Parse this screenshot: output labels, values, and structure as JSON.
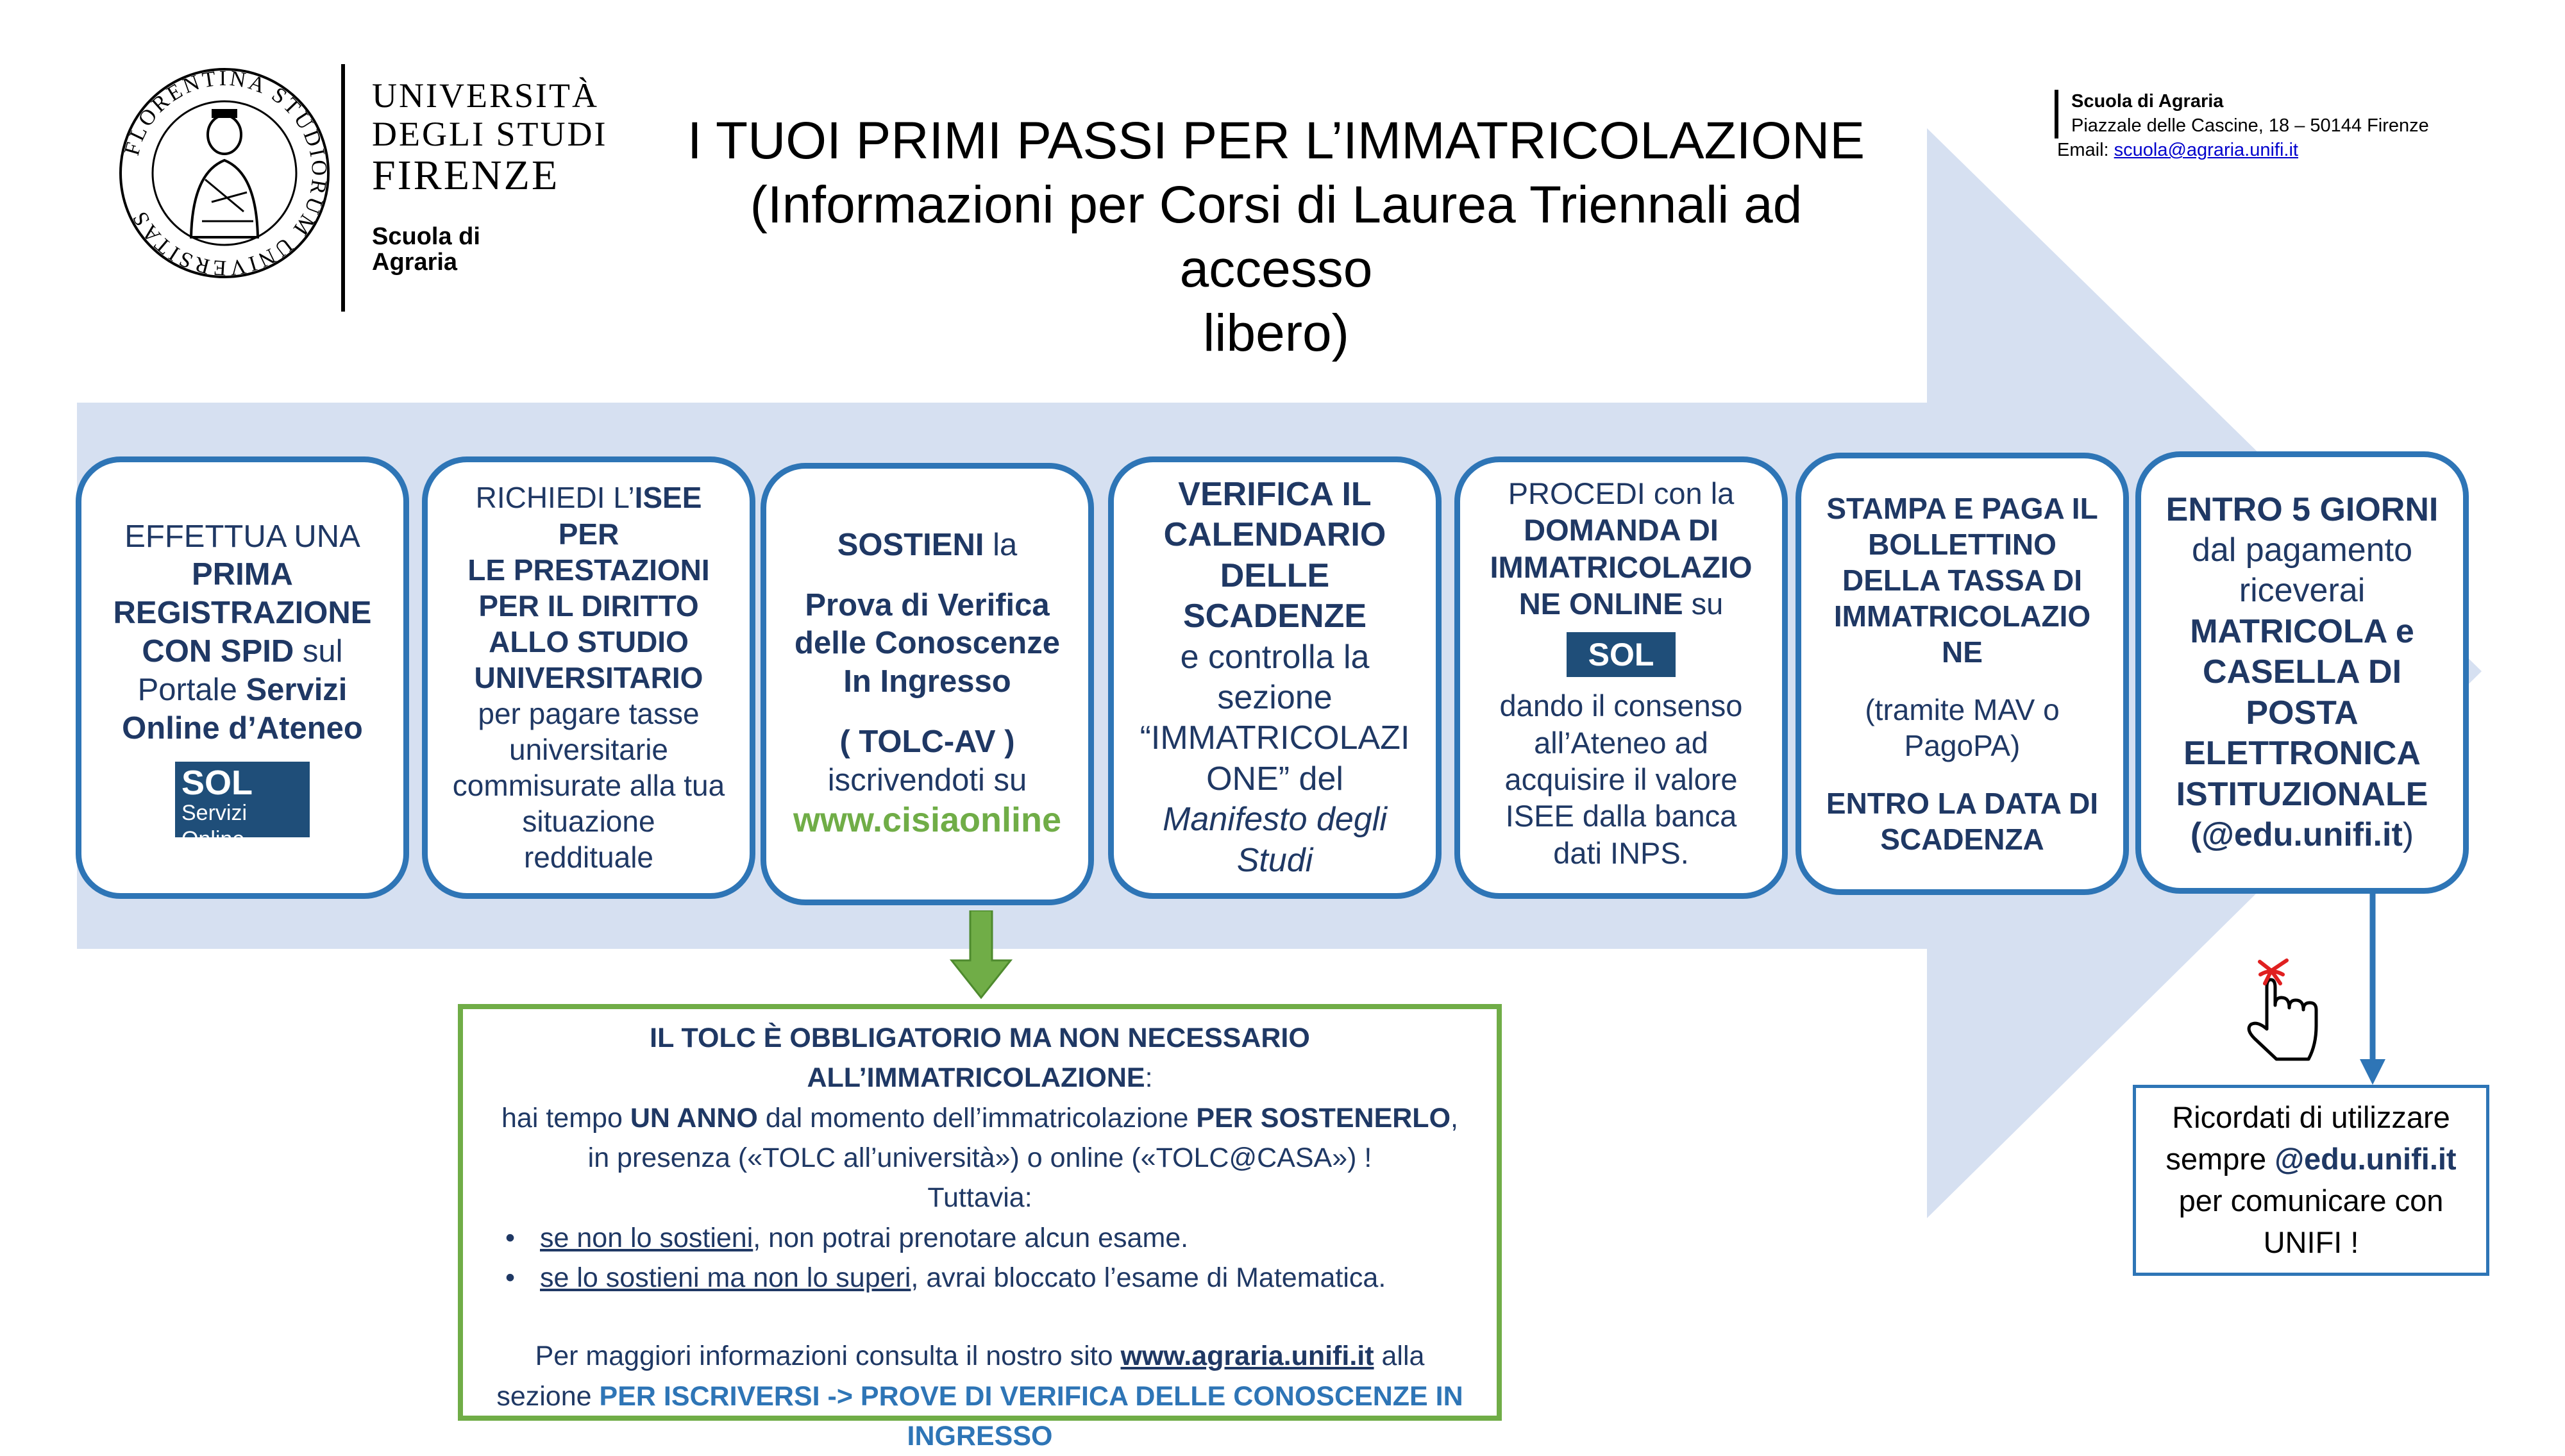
{
  "header": {
    "university": [
      "UNIVERSITÀ",
      "DEGLI STUDI",
      "FIRENZE"
    ],
    "school": [
      "Scuola di",
      "Agraria"
    ],
    "seal_text": "FLORENTINA STUDIORUM UNIVERSITAS",
    "title": [
      "I TUOI PRIMI PASSI PER L’IMMATRICOLAZIONE",
      "(Informazioni per Corsi di Laurea Triennali ad accesso",
      "libero)"
    ]
  },
  "contact": {
    "name": "Scuola di Agraria",
    "address": "Piazzale delle Cascine, 18 – 50144 Firenze",
    "email_label": "Email:",
    "email": "scuola@agraria.unifi.it"
  },
  "steps": [
    {
      "l1": "EFFETTUA UNA",
      "l2": "PRIMA",
      "l3": "REGISTRAZIONE",
      "l4a": "CON SPID",
      "l4b": " sul",
      "l5a": "Portale ",
      "l5b": "Servizi",
      "l6": "Online d’Ateneo",
      "sol_badge": "SOL",
      "sol_sub": "Servizi Online"
    },
    {
      "l1a": "RICHIEDI L’",
      "l1b": "ISEE PER",
      "l2": "LE PRESTAZIONI",
      "l3": "PER IL DIRITTO",
      "l4": "ALLO STUDIO",
      "l5": "UNIVERSITARIO",
      "l6": "per pagare tasse",
      "l7": "universitarie",
      "l8": "commisurate alla tua",
      "l9": "situazione",
      "l10": "reddituale"
    },
    {
      "l1a": "SOSTIENI",
      "l1b": " la",
      "l2": "Prova di Verifica",
      "l3": "delle Conoscenze",
      "l4": "In Ingresso",
      "l5": "( TOLC-AV )",
      "l6": "iscrivendoti su",
      "l7": "www.cisiaonline"
    },
    {
      "l1": "VERIFICA IL",
      "l2": "CALENDARIO",
      "l3": "DELLE SCADENZE",
      "l4": "e controlla la",
      "l5": "sezione",
      "l6": "“IMMATRICOLAZI",
      "l7": "ONE” del",
      "l8": "Manifesto degli",
      "l9": "Studi"
    },
    {
      "l1": "PROCEDI con la",
      "l2": "DOMANDA DI",
      "l3": "IMMATRICOLAZIO",
      "l4a": "NE ONLINE",
      "l4b": " su",
      "sol_badge": "SOL",
      "l5": "dando il consenso",
      "l6": "all’Ateneo ad",
      "l7": "acquisire il valore",
      "l8": "ISEE dalla banca",
      "l9": "dati INPS."
    },
    {
      "l1": "STAMPA E PAGA IL",
      "l2": "BOLLETTINO",
      "l3": "DELLA TASSA DI",
      "l4": "IMMATRICOLAZIO",
      "l5": "NE",
      "l6": "(tramite MAV o",
      "l7": "PagoPA)",
      "l8": "ENTRO LA DATA DI",
      "l9": "SCADENZA"
    },
    {
      "l1": "ENTRO 5 GIORNI",
      "l2": "dal pagamento",
      "l3": "riceverai",
      "l4": "MATRICOLA e",
      "l5": "CASELLA DI",
      "l6": "POSTA",
      "l7": "ELETTRONICA",
      "l8": "ISTITUZIONALE",
      "l9a": "(@edu.unifi.it",
      "l9b": ")"
    }
  ],
  "tolc_note": {
    "heading": "IL TOLC È OBBLIGATORIO MA NON NECESSARIO ALL’IMMATRICOLAZIONE",
    "heading_colon": ":",
    "l2a": "hai tempo ",
    "l2b": "UN ANNO",
    "l2c": " dal momento dell’immatricolazione ",
    "l2d": "PER SOSTENERLO",
    "l2e": ",",
    "l3": "in presenza («TOLC all’università») o online («TOLC@CASA») !",
    "l4": "Tuttavia:",
    "bullet": "•",
    "b1a": "se non lo sostieni",
    "b1b": ", non potrai prenotare alcun esame.",
    "b2a": "se lo sostieni ma non lo superi",
    "b2b": ", avrai bloccato l’esame di Matematica.",
    "l7a": "Per maggiori informazioni consulta il nostro sito ",
    "l7b": "www.agraria.unifi.it",
    "l7c": " alla",
    "l8a": "sezione ",
    "l8b": "PER ISCRIVERSI ->  PROVE DI VERIFICA DELLE CONOSCENZE IN",
    "l9": "INGRESSO"
  },
  "reminder": {
    "l1": "Ricordati di utilizzare",
    "l2a": "sempre ",
    "l2b": "@edu.unifi.it",
    "l3": "per comunicare con",
    "l4": "UNIFI !"
  },
  "colors": {
    "arrow": "#d6e0f1",
    "step_border": "#2e75b6",
    "text": "#1f3864",
    "green": "#70ad47",
    "sol_bg": "#1f4e79"
  },
  "icons": [
    "university-seal-icon",
    "green-down-arrow-icon",
    "blue-down-arrow-icon",
    "finger-ribbon-icon"
  ]
}
